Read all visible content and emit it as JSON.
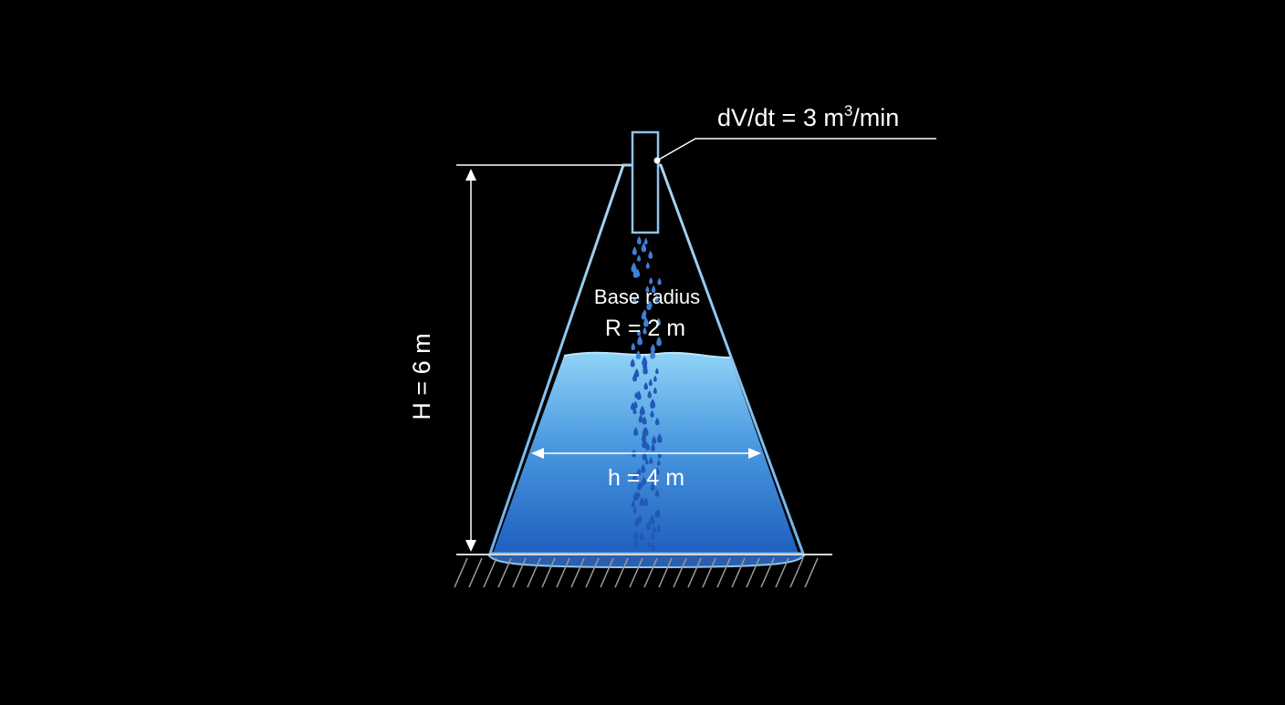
{
  "labels": {
    "rate_main": "dV/dt = 3 m",
    "rate_exp": "3",
    "rate_unit": "/min",
    "height": "H = 6 m",
    "radius_caption": "Base radius",
    "radius_value": "R = 2 m",
    "water_height": "h = 4 m"
  },
  "colors": {
    "background": "#000000",
    "outline": "#8fc4ee",
    "water_top": "#8fd3f6",
    "water_bottom": "#1f5fbf",
    "drops": "#2d6fd0",
    "dimension_lines": "#ffffff"
  }
}
